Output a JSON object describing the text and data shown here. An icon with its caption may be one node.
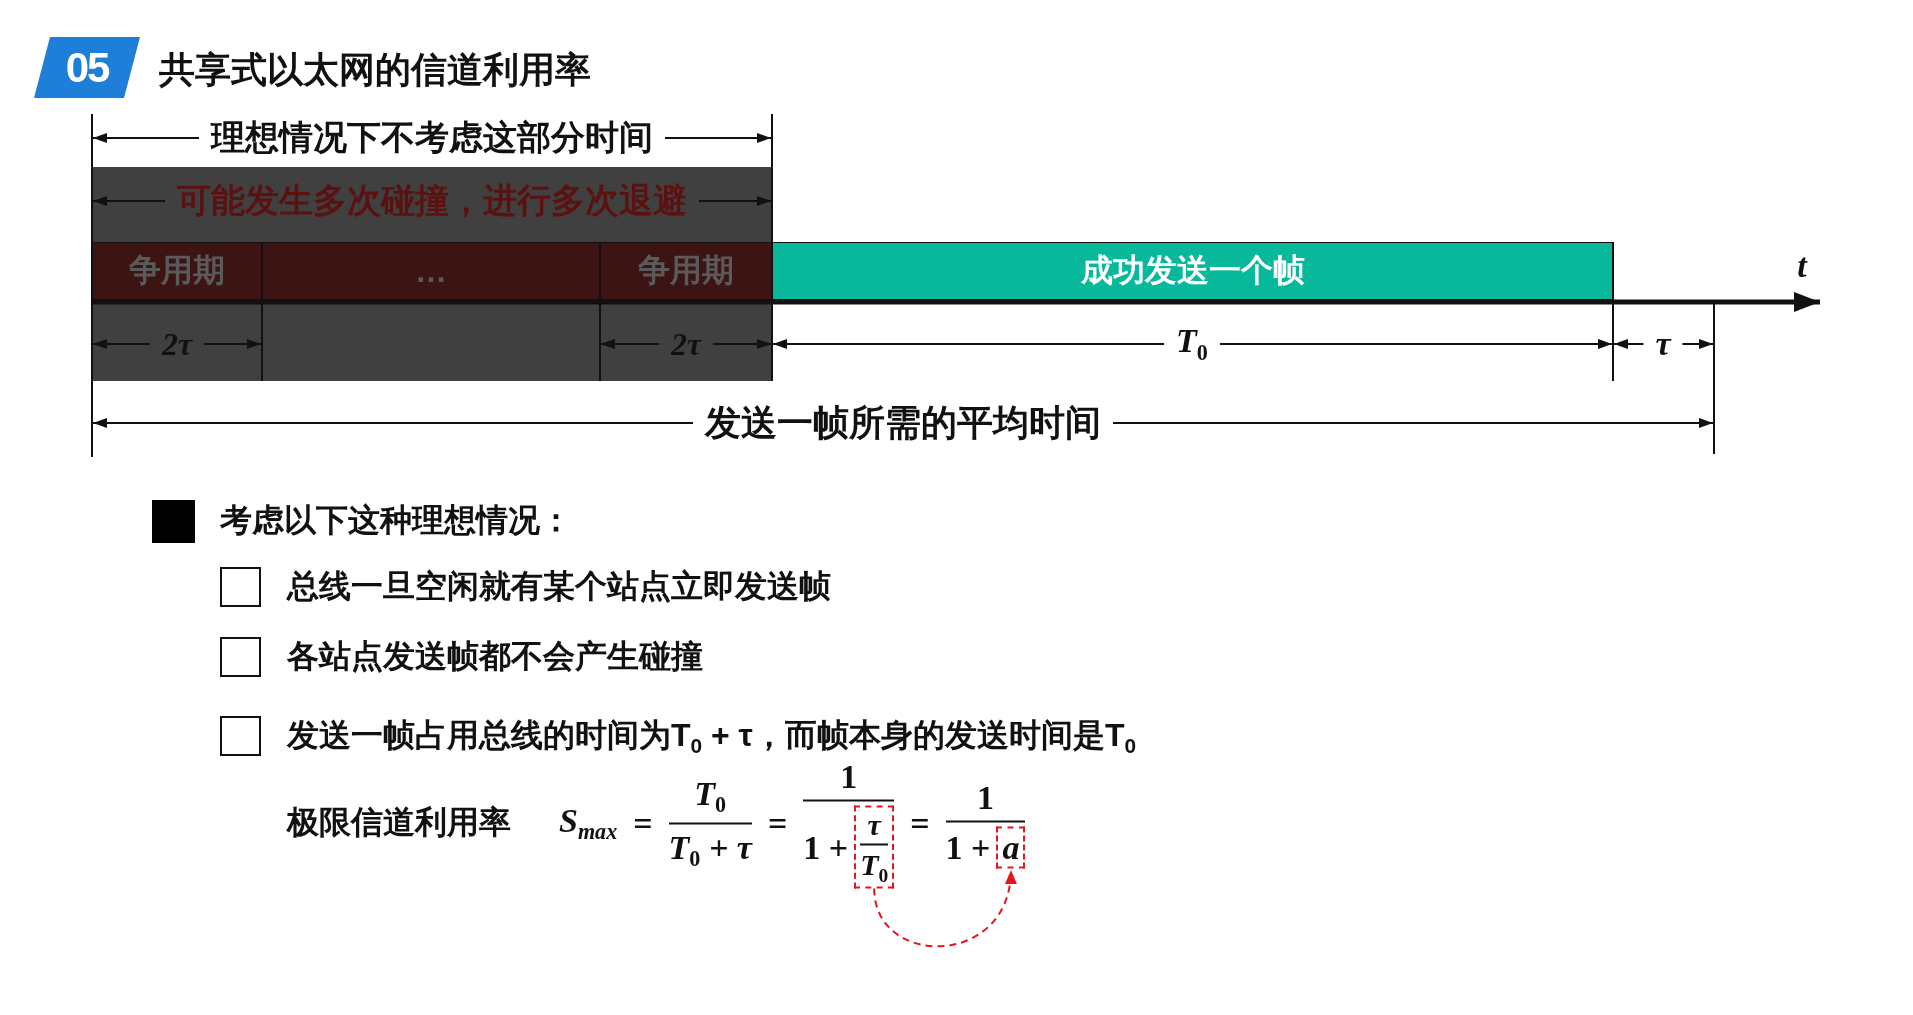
{
  "diagram": {
    "title": "共享式以太网的信道利用率",
    "nodes": [
      {
        "text": [
          "05"
        ]
      },
      {
        "text": [
          "争用期"
        ]
      },
      {
        "text": [
          "…"
        ]
      },
      {
        "text": [
          "争用期"
        ]
      },
      {
        "text": [
          "成功发送一个帧"
        ]
      },
      {
        "text": [],
        "shape": "box"
      },
      {
        "text": [],
        "shape": "box"
      }
    ],
    "edges": [
      {
        "from": 5,
        "to": 6,
        "arrow": "to",
        "style": "dashed",
        "color": "#e8141b"
      }
    ],
    "labels": [
      "理想情况下不考虑这部分时间",
      "可能发生多次碰撞，进行多次退避",
      "t",
      "2τ",
      "2τ",
      "T$_{0}$",
      "τ",
      "发送一帧所需的平均时间",
      "考虑以下这种理想情况：",
      "总线一旦空闲就有某个站点立即发送帧",
      "各站点发送帧都不会产生碰撞",
      "发送一帧占用总线的时间为T$_{0}$ + τ，而帧本身的发送时间是T$_{0}$",
      "极限信道利用率",
      "S$_{max}$",
      "=",
      "T$_{0}$",
      "T$_{0}$ + τ",
      "=",
      "1",
      "1 +",
      "τ",
      "T$_{0}$",
      "=",
      "1",
      "1 +",
      "a"
    ]
  }
}
